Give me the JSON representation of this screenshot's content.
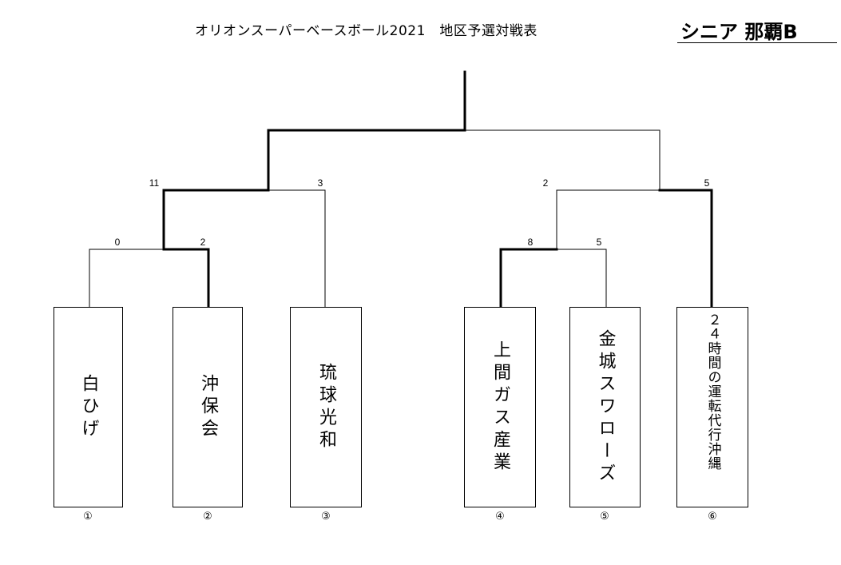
{
  "header": {
    "title": "オリオンスーパーベースボール2021　地区予選対戦表",
    "division": "シニア 那覇B"
  },
  "teams": [
    {
      "number": "①",
      "name": "白ひげ"
    },
    {
      "number": "②",
      "name": "沖保会"
    },
    {
      "number": "③",
      "name": "琉球光和"
    },
    {
      "number": "④",
      "name": "上間ガス産業"
    },
    {
      "number": "⑤",
      "name": "金城スワローズ"
    },
    {
      "number": "⑥",
      "name": "２４時間の運転代行沖縄"
    }
  ],
  "scores": {
    "r1a_left": "0",
    "r1a_right": "2",
    "r1b_left": "8",
    "r1b_right": "5",
    "sf_left_top": "11",
    "sf_left_bottom": "3",
    "sf_right_top": "2",
    "sf_right_bottom": "5"
  }
}
